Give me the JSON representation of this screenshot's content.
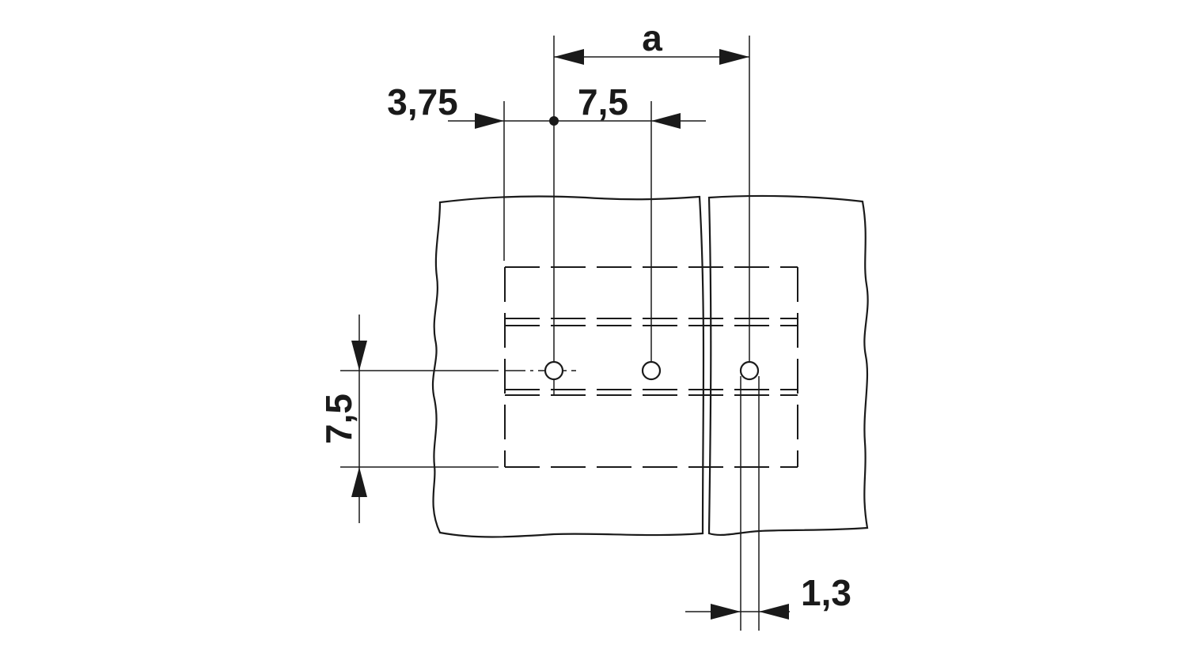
{
  "drawing": {
    "dimensions": {
      "pitch_a": "a",
      "offset": "3,75",
      "pitch": "7,5",
      "row_pitch": "7,5",
      "pin_diameter": "1,3"
    },
    "hole_count": 3,
    "colors": {
      "line": "#1a1a1a",
      "background": "#ffffff"
    }
  }
}
